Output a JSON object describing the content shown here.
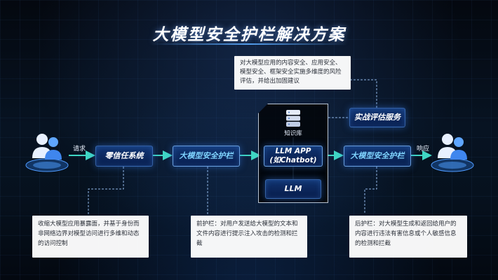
{
  "title": "大模型安全护栏解决方案",
  "nodes": {
    "zero_trust": "零信任系统",
    "guard_left": "大模型安全护栏",
    "llm_app_line1": "LLM APP",
    "llm_app_line2": "(如Chatbot)",
    "llm": "LLM",
    "guard_right": "大模型安全护栏",
    "eval_service": "实战评估服务"
  },
  "knowledge_base": "知识库",
  "labels": {
    "request": "请求",
    "response": "响应"
  },
  "descriptions": {
    "top": "对大模型应用的内容安全、应用安全、模型安全、框架安全实施多维度的风险评估，并给出加固建议",
    "bottom_left": "收缩大模型应用暴露面，并基于身份而非网络边界对模型访问进行多维和动态的访问控制",
    "bottom_middle": "前护栏：对用户发送给大模型的文本和文件内容进行提示注入攻击的检测和拦截",
    "bottom_right": "后护栏：对大模型生成和返回给用户的内容进行违法有害信息或个人敏感信息的检测和拦截"
  },
  "colors": {
    "background": "#06111e",
    "node_fill": "#12408a",
    "arrow": "#3fd6c4",
    "accent_cyan": "#7fd4ff"
  }
}
